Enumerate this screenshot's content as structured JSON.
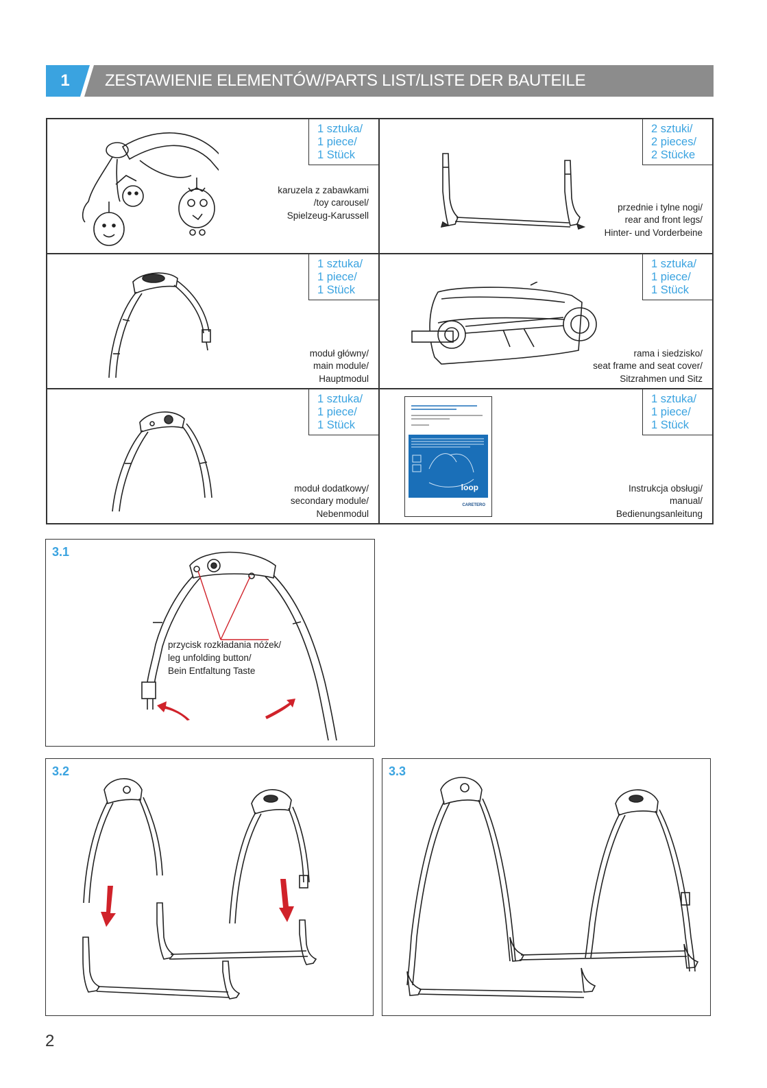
{
  "header": {
    "number": "1",
    "title": "ZESTAWIENIE ELEMENTÓW/PARTS LIST/LISTE DER BAUTEILE",
    "colors": {
      "number_bg": "#3aa3e0",
      "title_bg": "#8c8c8c"
    }
  },
  "parts": [
    {
      "qty": [
        "1 sztuka/",
        "1 piece/",
        "1 Stück"
      ],
      "desc": [
        "karuzela z zabawkami",
        "/toy carousel/",
        "Spielzeug-Karussell"
      ],
      "icon": "toy-carousel"
    },
    {
      "qty": [
        "2 sztuki/",
        "2 pieces/",
        "2 Stücke"
      ],
      "desc": [
        "przednie i tylne nogi/",
        "rear and front legs/",
        "Hinter- und Vorderbeine"
      ],
      "icon": "legs"
    },
    {
      "qty": [
        "1 sztuka/",
        "1 piece/",
        "1 Stück"
      ],
      "desc": [
        "moduł główny/",
        "main module/",
        "Hauptmodul"
      ],
      "icon": "main-module"
    },
    {
      "qty": [
        "1 sztuka/",
        "1 piece/",
        "1 Stück"
      ],
      "desc": [
        "rama i siedzisko/",
        "seat frame and seat cover/",
        "Sitzrahmen und Sitz"
      ],
      "icon": "seat-frame"
    },
    {
      "qty": [
        "1 sztuka/",
        "1 piece/",
        "1 Stück"
      ],
      "desc": [
        "moduł dodatkowy/",
        "secondary module/",
        "Nebenmodul"
      ],
      "icon": "secondary-module"
    },
    {
      "qty": [
        "1 sztuka/",
        "1 piece/",
        "1 Stück"
      ],
      "desc": [
        "Instrukcja obsługi/",
        "manual/",
        "Bedienungsanleitung"
      ],
      "icon": "manual-booklet"
    }
  ],
  "manual_cover": {
    "brand": "loop",
    "maker": "CARETERO"
  },
  "steps": [
    {
      "label": "3.1",
      "callout": [
        "przycisk rozkładania nóżek/",
        "leg unfolding button/",
        "Bein Entfaltung Taste"
      ]
    },
    {
      "label": "3.2"
    },
    {
      "label": "3.3"
    }
  ],
  "page_number": "2",
  "colors": {
    "accent_blue": "#3aa3e0",
    "arrow_red": "#d0222a"
  }
}
